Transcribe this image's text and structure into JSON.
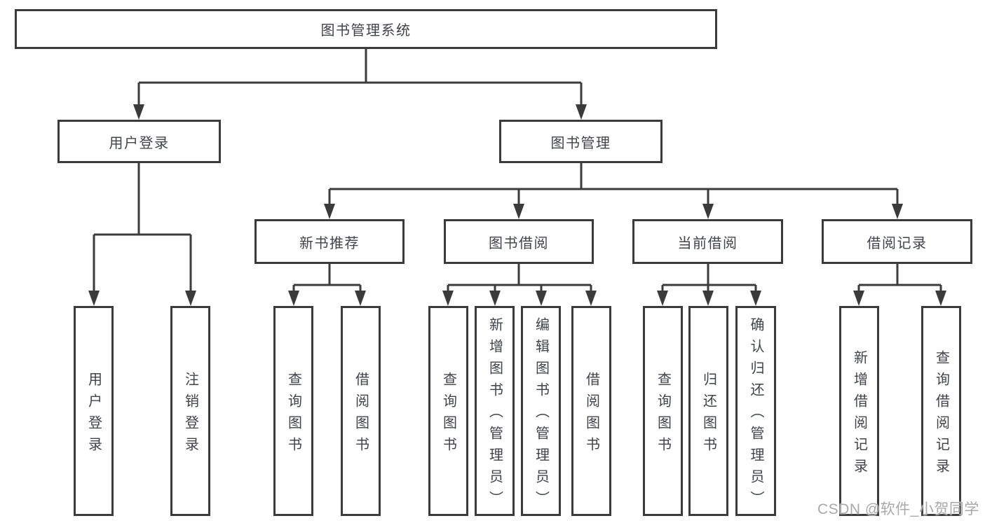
{
  "colors": {
    "line": "#3b3b3b",
    "text": "#3f434a",
    "watermark": "#a9a9a9",
    "box_fill": "#ffffff",
    "background": "#ffffff"
  },
  "watermark": {
    "text": "CSDN @软件_小贺同学"
  },
  "tree": {
    "root": {
      "label": "图书管理系统",
      "children": [
        {
          "label": "用户登录",
          "children": [
            {
              "label": "用户登录"
            },
            {
              "label": "注销登录"
            }
          ]
        },
        {
          "label": "图书管理",
          "children": [
            {
              "label": "新书推荐",
              "children": [
                {
                  "label": "查询图书"
                },
                {
                  "label": "借阅图书"
                }
              ]
            },
            {
              "label": "图书借阅",
              "children": [
                {
                  "label": "查询图书"
                },
                {
                  "label": "新增图书（管理员）"
                },
                {
                  "label": "编辑图书（管理员）"
                },
                {
                  "label": "借阅图书"
                }
              ]
            },
            {
              "label": "当前借阅",
              "children": [
                {
                  "label": "查询图书"
                },
                {
                  "label": "归还图书"
                },
                {
                  "label": "确认归还（管理员）"
                }
              ]
            },
            {
              "label": "借阅记录",
              "children": [
                {
                  "label": "新增借阅记录"
                },
                {
                  "label": "查询借阅记录"
                }
              ]
            }
          ]
        }
      ]
    }
  }
}
